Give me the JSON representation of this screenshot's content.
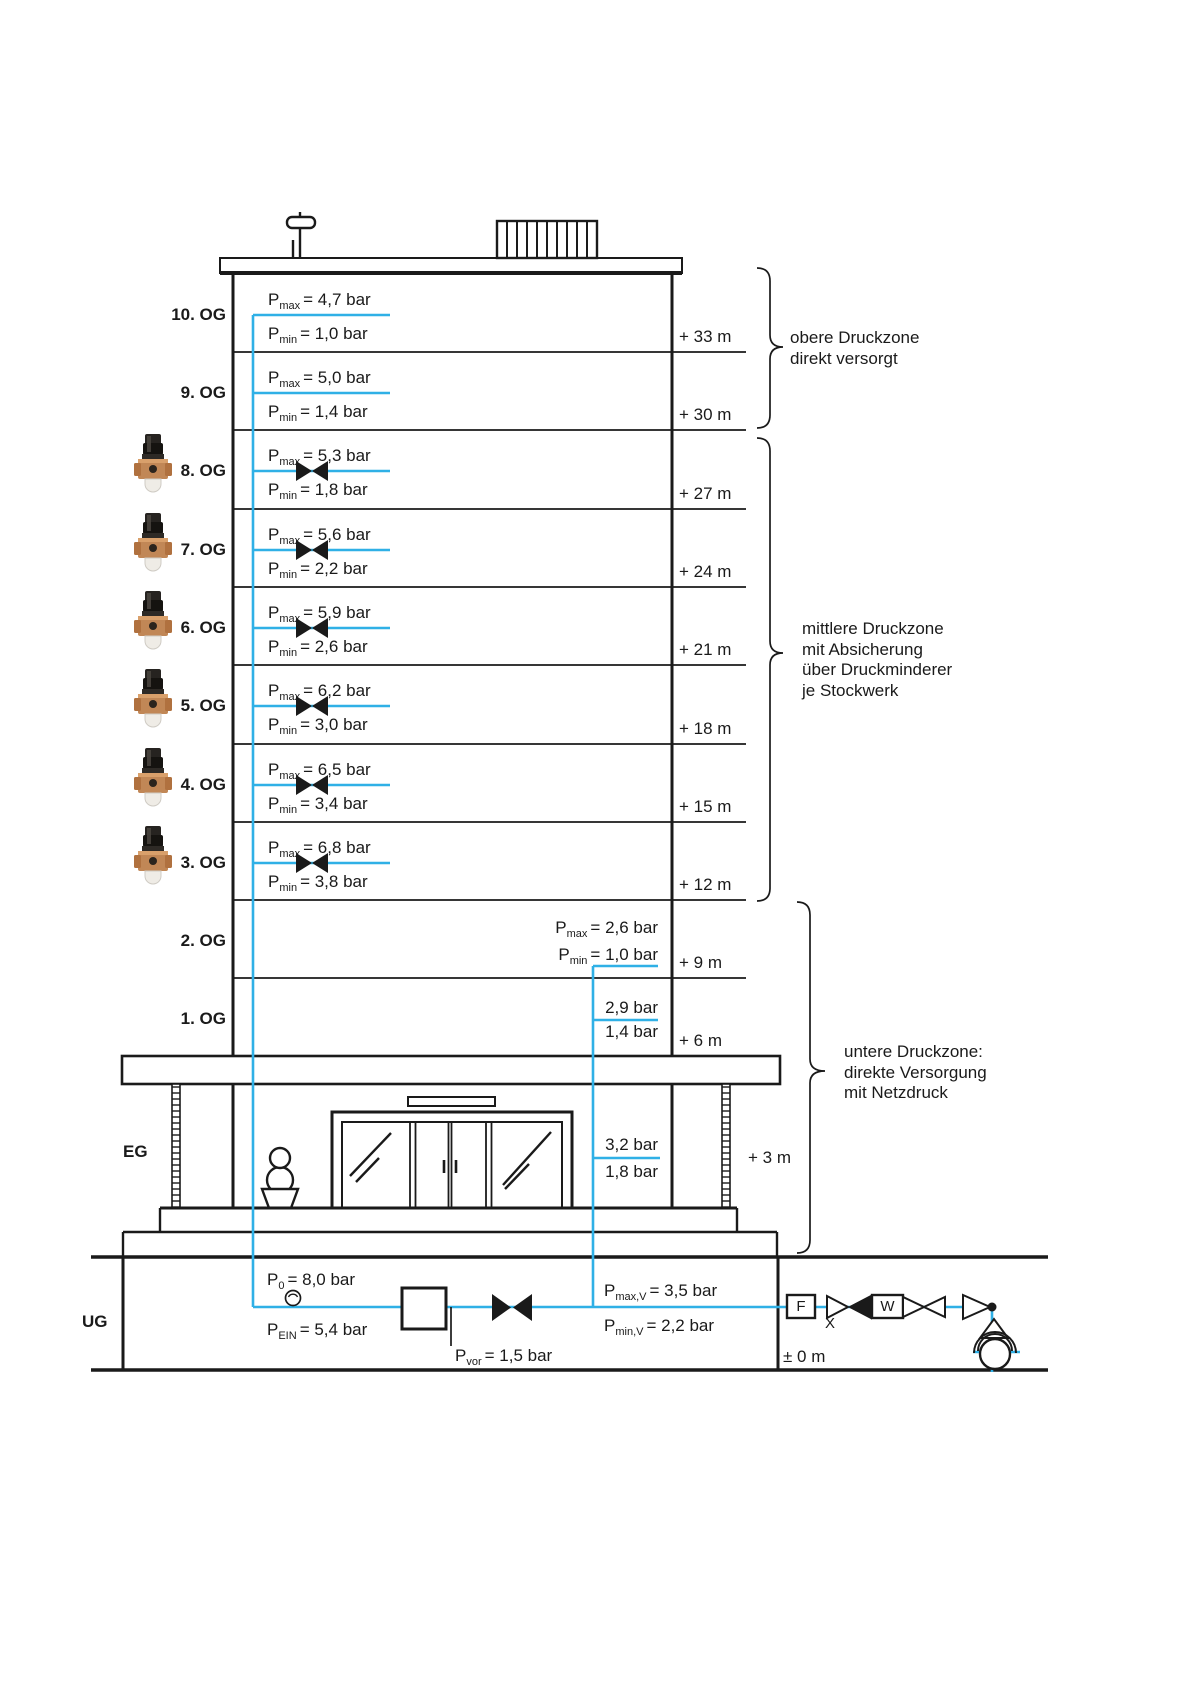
{
  "const": {
    "p": "P"
  },
  "colors": {
    "pipe_blue": "#2fb0e6",
    "line_black": "#1a1a1a",
    "brass_body": "#c18756"
  },
  "floors": [
    {
      "name": "10. OG",
      "height": "+ 33 m",
      "pmax_sub": "max",
      "pmax_val": "= 4,7 bar",
      "pmin_sub": "min",
      "pmin_val": "= 1,0 bar"
    },
    {
      "name": "9. OG",
      "height": "+ 30 m",
      "pmax_sub": "max",
      "pmax_val": "= 5,0 bar",
      "pmin_sub": "min",
      "pmin_val": "= 1,4 bar"
    },
    {
      "name": "8. OG",
      "height": "+ 27 m",
      "pmax_sub": "max",
      "pmax_val": "= 5,3 bar",
      "pmin_sub": "min",
      "pmin_val": "= 1,8 bar"
    },
    {
      "name": "7. OG",
      "height": "+ 24 m",
      "pmax_sub": "max",
      "pmax_val": "= 5,6 bar",
      "pmin_sub": "min",
      "pmin_val": "= 2,2 bar"
    },
    {
      "name": "6. OG",
      "height": "+ 21 m",
      "pmax_sub": "max",
      "pmax_val": "= 5,9 bar",
      "pmin_sub": "min",
      "pmin_val": "= 2,6 bar"
    },
    {
      "name": "5. OG",
      "height": "+ 18 m",
      "pmax_sub": "max",
      "pmax_val": "= 6,2 bar",
      "pmin_sub": "min",
      "pmin_val": "= 3,0 bar"
    },
    {
      "name": "4. OG",
      "height": "+ 15 m",
      "pmax_sub": "max",
      "pmax_val": "= 6,5 bar",
      "pmin_sub": "min",
      "pmin_val": "= 3,4 bar"
    },
    {
      "name": "3. OG",
      "height": "+ 12 m",
      "pmax_sub": "max",
      "pmax_val": "= 6,8 bar",
      "pmin_sub": "min",
      "pmin_val": "= 3,8 bar"
    }
  ],
  "lower": [
    {
      "name": "2. OG",
      "height": "+ 9 m",
      "pmax_sub": "max",
      "pmax_val": "= 2,6 bar",
      "pmin_sub": "min",
      "pmin_val": "= 1,0 bar"
    },
    {
      "name": "1. OG",
      "height": "+ 6 m",
      "pmax_text": "2,9 bar",
      "pmin_text": "1,4 bar"
    },
    {
      "name": "EG",
      "height": "+ 3 m",
      "pmax_text": "3,2 bar",
      "pmin_text": "1,8 bar"
    }
  ],
  "ug": {
    "name": "UG",
    "height": "± 0 m",
    "p0_sub": "0",
    "p0_val": "= 8,0 bar",
    "pein_sub": "EIN",
    "pein_val": "= 5,4 bar",
    "pvor_sub": "vor",
    "pvor_val": "= 1,5 bar",
    "pmaxv_sub": "max,V",
    "pmaxv_val": "= 3,5 bar",
    "pminv_sub": "min,V",
    "pminv_val": "= 2,2 bar",
    "filter_label": "F",
    "meter_label": "W",
    "drain_label": "X"
  },
  "zones": [
    {
      "lines": [
        "obere Druckzone",
        "direkt versorgt"
      ]
    },
    {
      "lines": [
        "mittlere Druckzone",
        "mit Absicherung",
        "über Druckminderer",
        "je Stockwerk"
      ]
    },
    {
      "lines": [
        "untere Druckzone:",
        "direkte Versorgung",
        "mit Netzdruck"
      ]
    }
  ]
}
